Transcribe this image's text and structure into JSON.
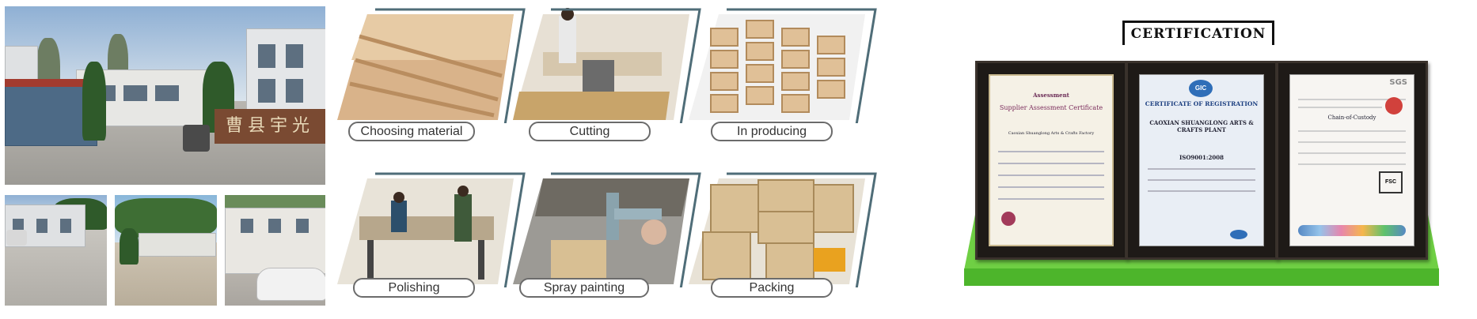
{
  "factory": {
    "sign_text": "曹县宇光"
  },
  "process": {
    "steps": [
      {
        "label": "Choosing material"
      },
      {
        "label": "Cutting"
      },
      {
        "label": "In producing"
      },
      {
        "label": "Polishing"
      },
      {
        "label": "Spray painting"
      },
      {
        "label": "Packing"
      }
    ]
  },
  "certification": {
    "title": "CERTIFICATION",
    "cert1": {
      "brand": "Assessment",
      "heading": "Supplier Assessment Certificate",
      "company": "Caoxian Shuanglong Arts & Crafts Factory"
    },
    "cert2": {
      "logo": "GIC",
      "heading": "CERTIFICATE OF REGISTRATION",
      "company": "CAOXIAN SHUANGLONG ARTS & CRAFTS PLANT",
      "standard": "ISO9001:2008"
    },
    "cert3": {
      "logo": "SGS",
      "heading": "Chain-of-Custody",
      "seal": "FSC"
    }
  }
}
